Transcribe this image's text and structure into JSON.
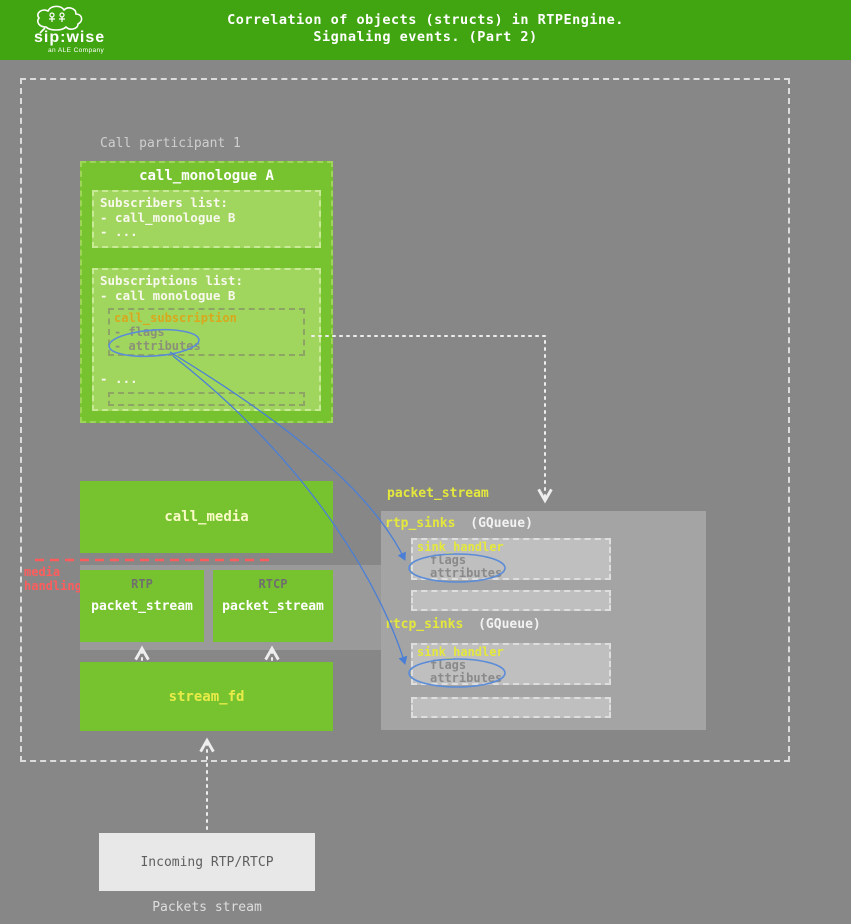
{
  "colors": {
    "header_green": "#41a511",
    "box_green": "#77c32f",
    "light_green": "#a1d65e",
    "accent_yellow": "#e4e83c",
    "subscription_orange": "#d9a81c",
    "alert_red": "#ff5d5d",
    "link_blue": "#4b7fd6",
    "panel_gray": "#a4a4a4",
    "page_gray": "#878787"
  },
  "header": {
    "brand": "sip:wise",
    "brand_sub": "an ALE Company",
    "title_lines": [
      "Correlation of objects (structs) in RTPEngine.",
      "Signaling events. (Part 2)"
    ]
  },
  "diagram": {
    "participant_label": "Call participant 1",
    "call_monologue": {
      "title": "call_monologue A",
      "subscribers_title": "Subscribers list:",
      "subscribers_items": [
        "- call_monologue B",
        "- ..."
      ],
      "subscriptions_title": "Subscriptions list:",
      "subscriptions_item": "- call monologue B",
      "call_subscription": {
        "title": "call_subscription",
        "flags": "- flags",
        "attributes": "- attributes"
      },
      "subscriptions_more": "- ..."
    },
    "call_media_title": "call_media",
    "media_handling": [
      "media",
      "handling"
    ],
    "rtp_box": {
      "tag": "RTP",
      "title": "packet_stream"
    },
    "rtcp_box": {
      "tag": "RTCP",
      "title": "packet_stream"
    },
    "stream_fd_title": "stream_fd",
    "packet_stream_group": {
      "label": "packet_stream",
      "rtp_sinks_label": "rtp_sinks",
      "rtcp_sinks_label": "rtcp_sinks",
      "gqueue_suffix": "(GQueue)",
      "sink_handler": {
        "title": "sink_handler",
        "flags": "flags",
        "attributes": "attributes"
      }
    },
    "incoming_box_title": "Incoming RTP/RTCP",
    "packets_stream_caption": "Packets stream"
  }
}
